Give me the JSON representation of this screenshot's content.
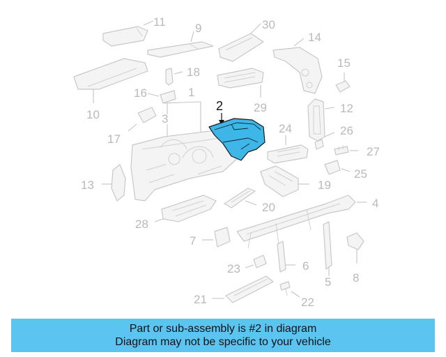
{
  "diagram": {
    "labels": {
      "p1": "1",
      "p2": "2",
      "p3": "3",
      "p4": "4",
      "p5": "5",
      "p6": "6",
      "p7": "7",
      "p8": "8",
      "p9": "9",
      "p10": "10",
      "p11": "11",
      "p12": "12",
      "p13": "13",
      "p14": "14",
      "p15": "15",
      "p16": "16",
      "p17": "17",
      "p18": "18",
      "p19": "19",
      "p20": "20",
      "p21": "21",
      "p22": "22",
      "p23": "23",
      "p24": "24",
      "p25": "25",
      "p26": "26",
      "p27": "27",
      "p28": "28",
      "p29": "29",
      "p30": "30"
    },
    "highlighted_part": "2",
    "colors": {
      "highlight": "#3fb6e8",
      "banner": "#5bc4f1",
      "line_art": "#c8c8c8"
    }
  },
  "banner": {
    "line1": "Part or sub-assembly is #2 in diagram",
    "line2": "Diagram may not be specific to your vehicle"
  }
}
